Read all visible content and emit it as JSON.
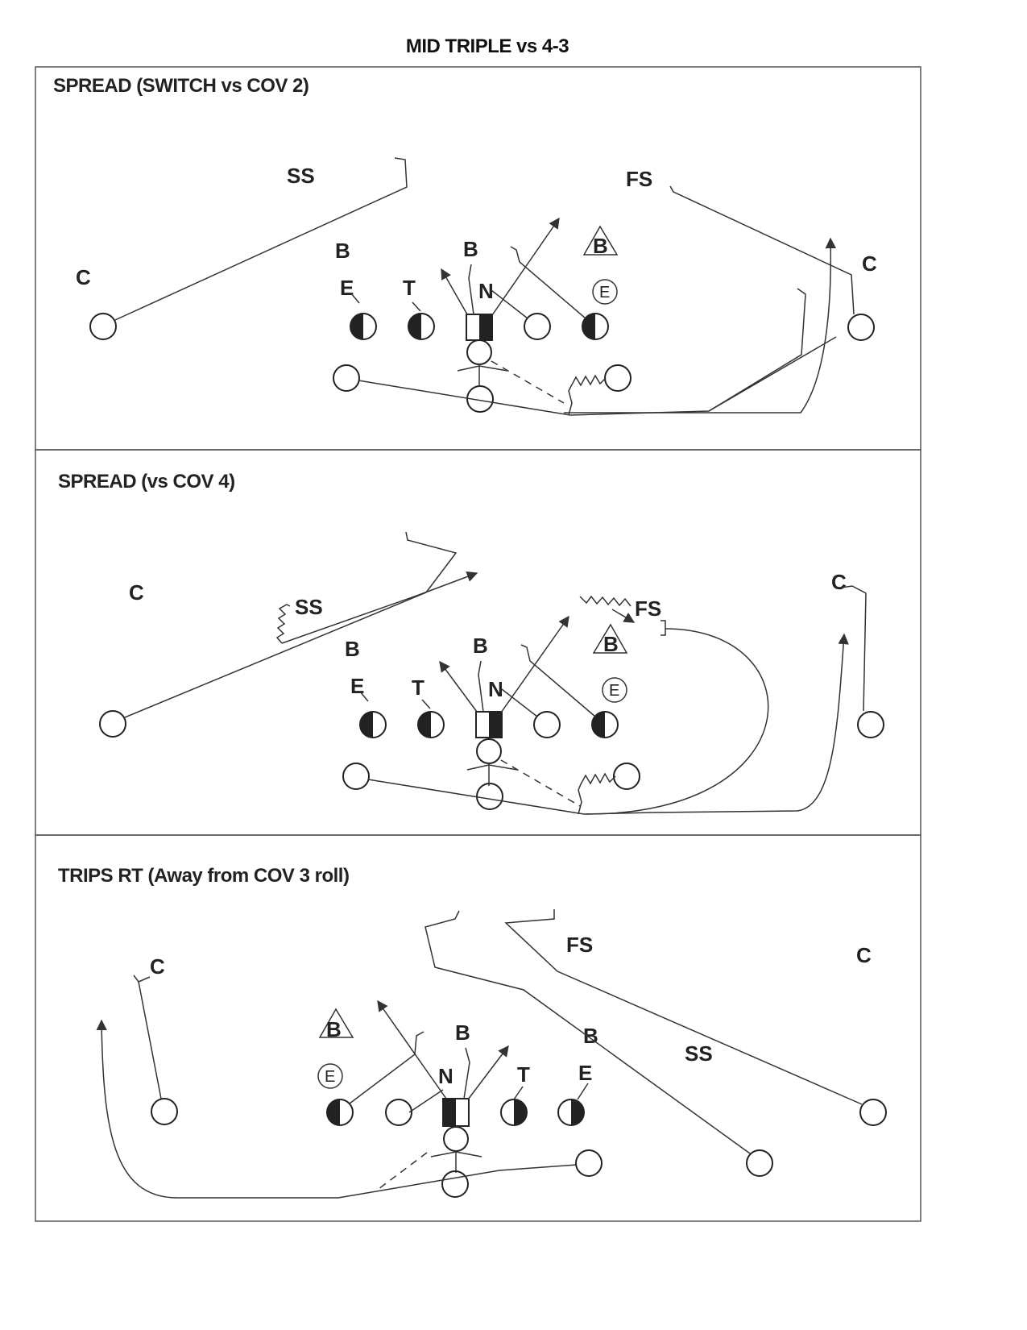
{
  "title": "MID TRIPLE vs 4-3",
  "panels": [
    {
      "title": "SPREAD (SWITCH vs COV 2)",
      "labels": {
        "ss": "SS",
        "fs": "FS",
        "c_left": "C",
        "c_right": "C",
        "b_left": "B",
        "b_mid": "B",
        "b_tri": "B",
        "e": "E",
        "t": "T",
        "n": "N",
        "e_ring": "E"
      }
    },
    {
      "title": "SPREAD (vs COV 4)",
      "labels": {
        "ss": "SS",
        "fs": "FS",
        "c_left": "C",
        "c_right": "C",
        "b_left": "B",
        "b_mid": "B",
        "b_tri": "B",
        "e": "E",
        "t": "T",
        "n": "N",
        "e_ring": "E"
      }
    },
    {
      "title": "TRIPS RT (Away from COV 3 roll)",
      "labels": {
        "c_left": "C",
        "fs": "FS",
        "c_right": "C",
        "b_tri": "B",
        "b_mid": "B",
        "b_right": "B",
        "ss": "SS",
        "e_ring": "E",
        "n": "N",
        "t": "T",
        "e": "E"
      }
    }
  ]
}
